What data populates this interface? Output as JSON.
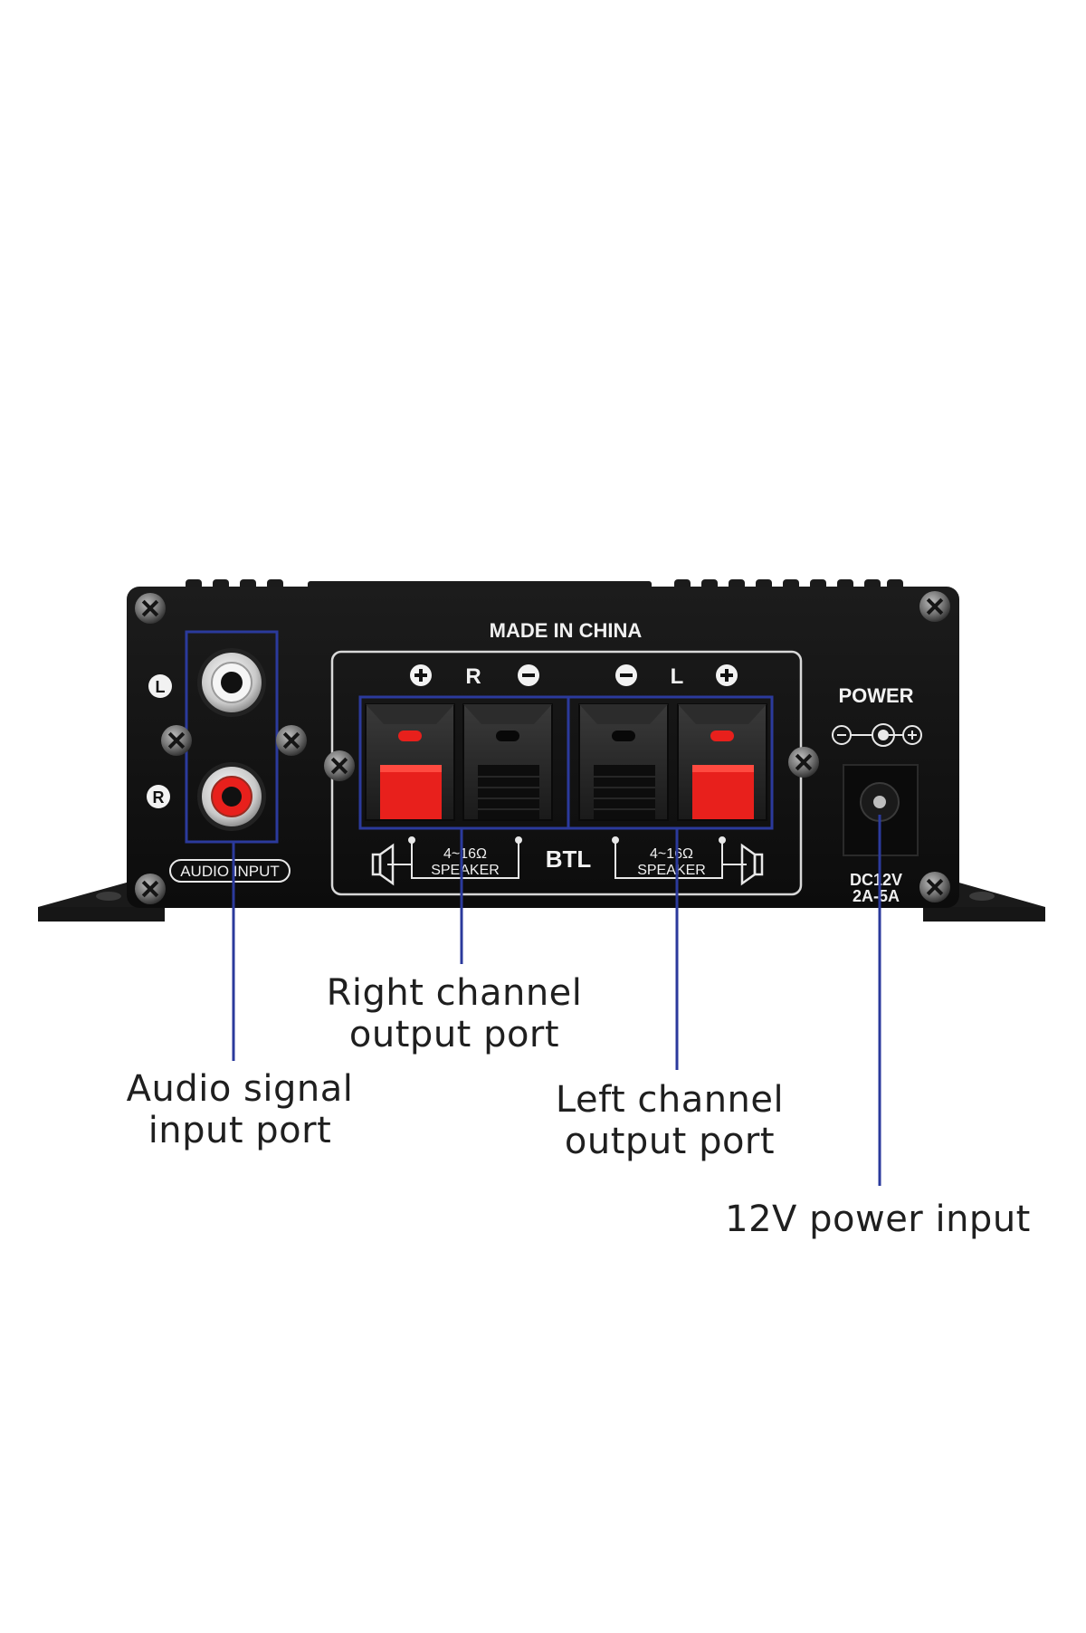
{
  "device": {
    "made_in": "MADE IN CHINA",
    "channel_r": "R",
    "channel_l": "L",
    "input_l": "L",
    "input_r": "R",
    "audio_input_label": "AUDIO INPUT",
    "speaker_r_ohms": "4~16Ω",
    "speaker_r_label": "SPEAKER",
    "speaker_l_ohms": "4~16Ω",
    "speaker_l_label": "SPEAKER",
    "btl": "BTL",
    "power_label": "POWER",
    "dc_voltage": "DC12V",
    "dc_current": "2A-5A"
  },
  "callouts": {
    "right_channel": [
      "Right channel",
      "output port"
    ],
    "audio_input": [
      "Audio signal",
      "input port"
    ],
    "left_channel": [
      "Left channel",
      "output port"
    ],
    "power": [
      "12V power input"
    ]
  },
  "colors": {
    "background": "#ffffff",
    "chassis": "#121212",
    "panel_line": "#d8d8d8",
    "highlight_box": "#2b3a9c",
    "terminal_red": "#e8201c",
    "callout_text": "#1f1f1f"
  }
}
